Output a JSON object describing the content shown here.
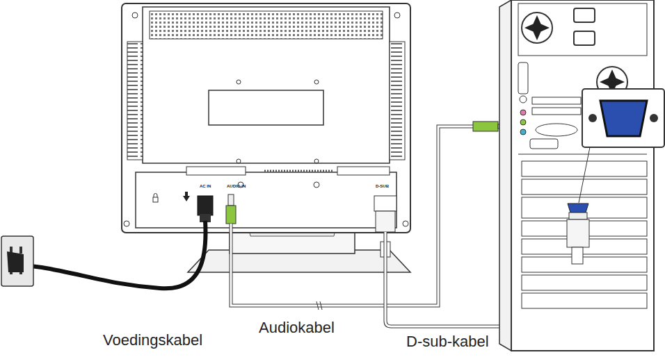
{
  "diagram": {
    "labels": [
      "AC IN",
      "AUDIO-IN",
      "D-SUB",
      "Voedingskabel",
      "Audiokabel",
      "D-sub-kabel"
    ]
  }
}
